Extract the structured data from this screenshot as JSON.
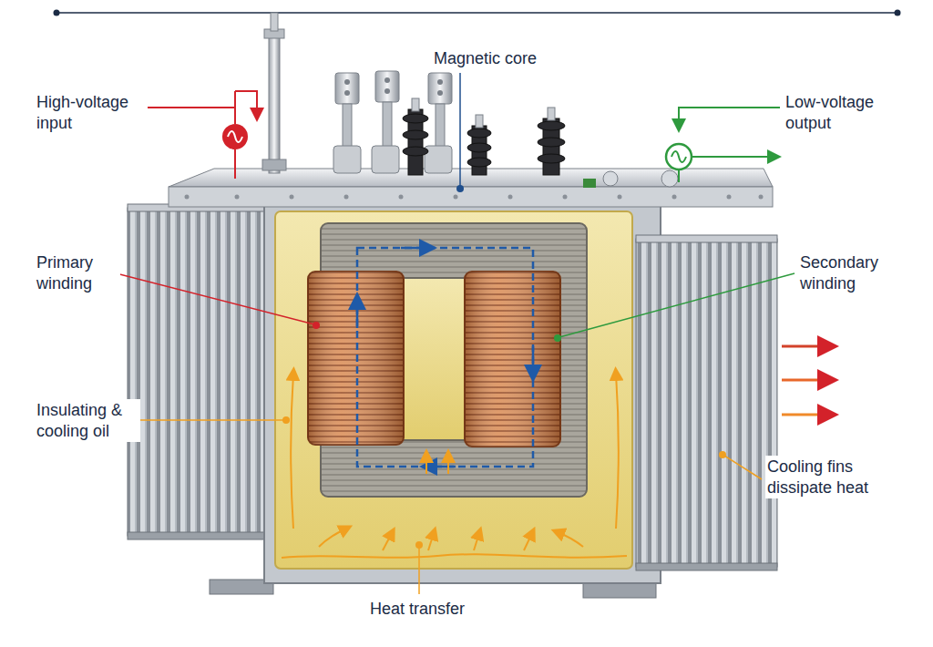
{
  "diagram": {
    "labels": [
      "High-voltage input",
      "Magnetic core",
      "Low-voltage output",
      "Primary winding",
      "Secondary winding",
      "Insulating & cooling oil",
      "Cooling fins dissipate heat",
      "Heat transfer"
    ]
  }
}
